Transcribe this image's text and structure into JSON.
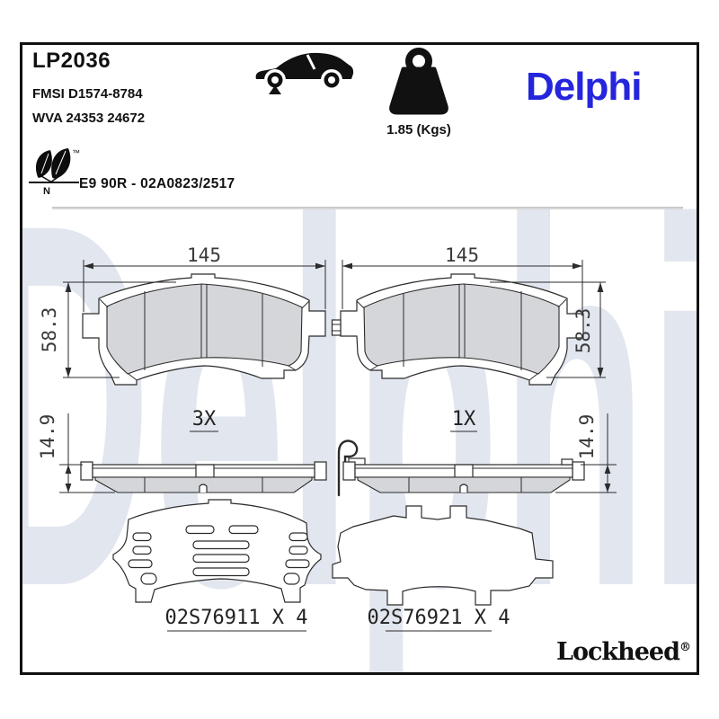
{
  "header": {
    "part_number": "LP2036",
    "fmsi_code": "FMSI D1574-8784",
    "wva_code": "WVA 24353 24672",
    "weight": "1.85 (Kgs)",
    "brand": "Delphi",
    "approval_code": "E9 90R - 02A0823/2517",
    "eco_letter": "N",
    "trademark": "™"
  },
  "drawings": {
    "front_left": {
      "width_mm": "145",
      "height_mm": "58.3",
      "quantity": "3X"
    },
    "front_right": {
      "width_mm": "145",
      "height_mm": "58.3",
      "quantity": "1X"
    },
    "profile_left": {
      "thickness_mm": "14.9"
    },
    "profile_right": {
      "thickness_mm": "14.9"
    },
    "shim_left": {
      "part_code": "02S76911 X 4"
    },
    "shim_right": {
      "part_code": "02S76921 X 4"
    }
  },
  "watermark": {
    "text": "Delphi"
  },
  "footer": {
    "brand": "Lockheed",
    "registered": "®"
  },
  "colors": {
    "brand_blue": "#2525dd",
    "friction_gray": "#d4d6d9",
    "watermark_gray": "#e2e6ef",
    "line_dark": "#2b2b2b"
  }
}
